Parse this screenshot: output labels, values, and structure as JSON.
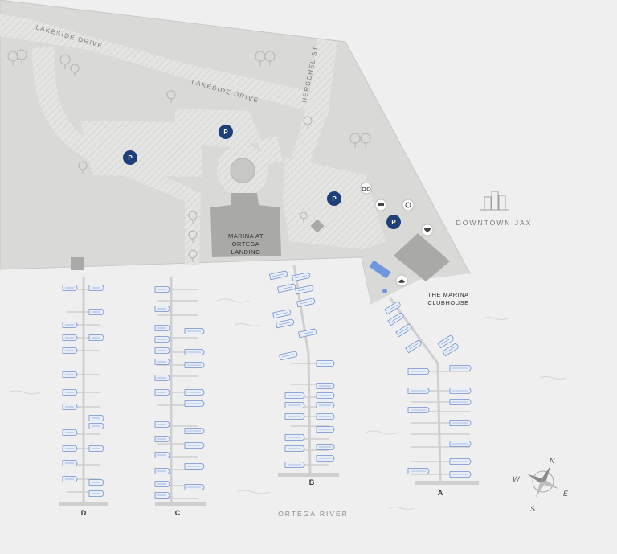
{
  "colors": {
    "water": "#efefef",
    "land": "#d9dad7",
    "land_edge": "#c8c9c6",
    "road_hatch": "#c4c5c2",
    "building": "#a8a9a6",
    "dock": "#cfcfcf",
    "boat_fill": "#e8eef8",
    "boat_stroke": "#6f8fd1",
    "parking": "#1e3f7a",
    "pool": "#6f97e0",
    "text": "#6f6f6f",
    "dark_text": "#333333"
  },
  "streets": {
    "lakeside_drive_1": "LAKESIDE DRIVE",
    "lakeside_drive_2": "LAKESIDE DRIVE",
    "herschel_st": "HERSCHEL ST"
  },
  "places": {
    "marina_landing": [
      "MARINA AT",
      "ORTEGA",
      "LANDING"
    ],
    "clubhouse": [
      "THE MARINA",
      "CLUBHOUSE"
    ],
    "downtown": "DOWNTOWN JAX",
    "river": "ORTEGA RIVER"
  },
  "parking_label": "P",
  "docks": [
    {
      "label": "D"
    },
    {
      "label": "C"
    },
    {
      "label": "B"
    },
    {
      "label": "A"
    }
  ],
  "compass": {
    "n": "N",
    "e": "E",
    "s": "S",
    "w": "W"
  },
  "amenity_icons": [
    "bicycle-icon",
    "grill-icon",
    "fire-pit-icon",
    "bbq-icon",
    "lotus-icon"
  ]
}
